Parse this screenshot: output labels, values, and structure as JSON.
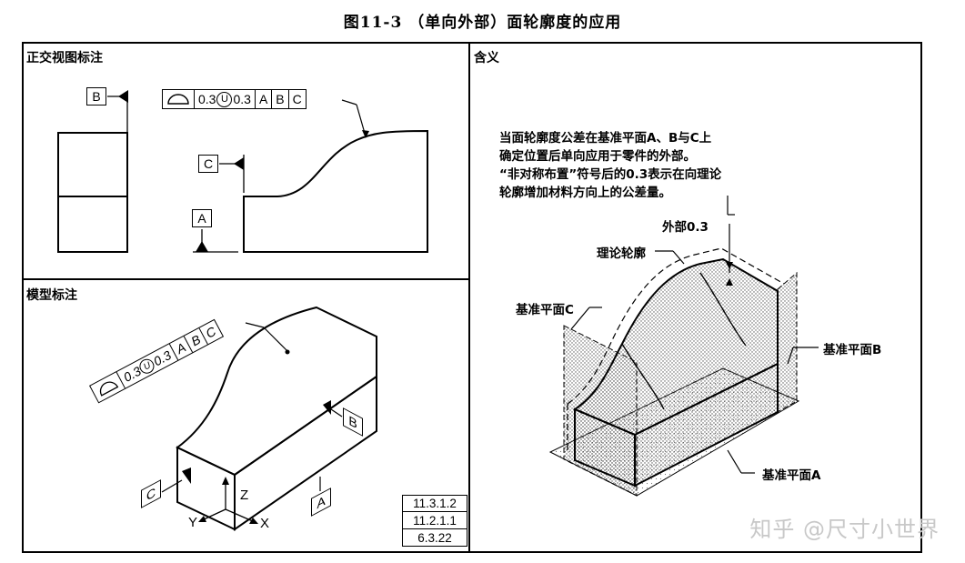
{
  "title": "图11-3 （单向外部）面轮廓度的应用",
  "panels": {
    "orthographic": {
      "title": "正交视图标注",
      "fcf": {
        "tolerance": "0.3",
        "modifier": "U",
        "offset": "0.3",
        "datum_a": "A",
        "datum_b": "B",
        "datum_c": "C"
      },
      "datums": {
        "a": "A",
        "b": "B",
        "c": "C"
      }
    },
    "model": {
      "title": "模型标注",
      "fcf": {
        "tolerance": "0.3",
        "modifier": "U",
        "offset": "0.3",
        "datum_a": "A",
        "datum_b": "B",
        "datum_c": "C"
      },
      "datums": {
        "a": "A",
        "b": "B",
        "c": "C"
      },
      "axes": {
        "x": "X",
        "y": "Y",
        "z": "Z"
      },
      "references": [
        "11.3.1.2",
        "11.2.1.1",
        "6.3.22"
      ]
    },
    "meaning": {
      "title": "含义",
      "note_lines": [
        "当面轮廓度公差在基准平面A、B与C上",
        "确定位置后单向应用于零件的外部。",
        "“非对称布置”符号后的0.3表示在向理论",
        "轮廓增加材料方向上的公差量。"
      ],
      "labels": {
        "outer": "外部0.3",
        "profile": "理论轮廓",
        "plane_c": "基准平面C",
        "plane_b": "基准平面B",
        "plane_a": "基准平面A"
      }
    }
  },
  "watermark": "知乎 @尺寸小世界"
}
